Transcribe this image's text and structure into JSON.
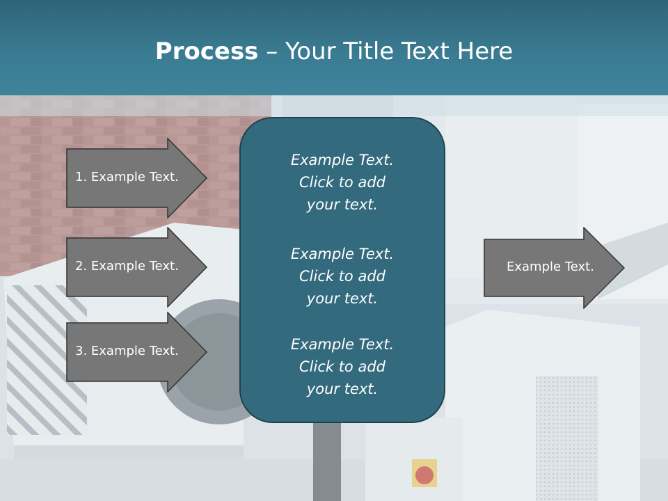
{
  "slide": {
    "title_bold": "Process",
    "title_rest": " – Your Title Text Here"
  },
  "left_arrows": [
    {
      "label": "1. Example Text."
    },
    {
      "label": "2. Example Text."
    },
    {
      "label": "3. Example Text."
    }
  ],
  "center_box": {
    "paragraphs": [
      [
        "Example Text.",
        "Click  to add",
        "your text."
      ],
      [
        "Example Text.",
        "Click  to add",
        "your text."
      ],
      [
        "Example Text.",
        "Click  to add",
        "your text."
      ]
    ]
  },
  "right_arrow": {
    "label": "Example Text."
  },
  "colors": {
    "title_bar": "#3a7b92",
    "center_box": "#336a7d",
    "arrow_fill": "#777777"
  }
}
